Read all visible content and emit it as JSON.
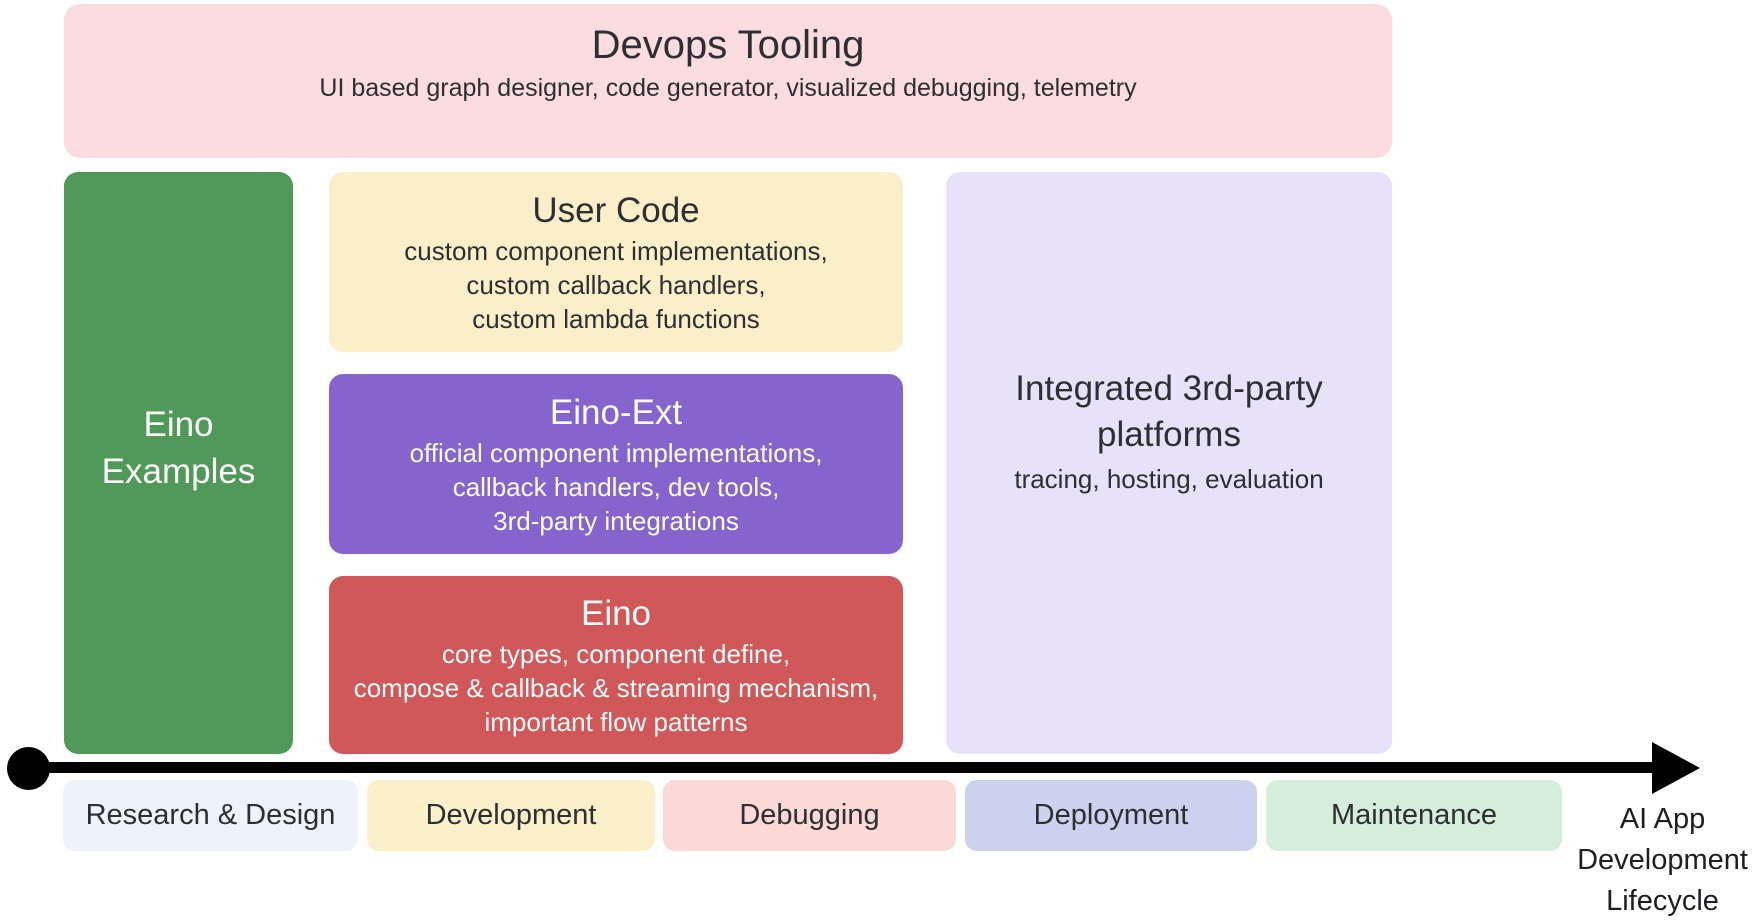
{
  "diagram": {
    "devops": {
      "title": "Devops Tooling",
      "subtitle": "UI based graph designer, code generator, visualized debugging, telemetry",
      "bg_color": "#FBDCE1",
      "text_color": "#2D2F33"
    },
    "examples": {
      "line1": "Eino",
      "line2": "Examples",
      "bg_color": "#519958",
      "text_color": "#FDFDFD"
    },
    "stack": [
      {
        "title": "User Code",
        "lines": [
          "custom component implementations,",
          "custom callback handlers,",
          "custom lambda functions"
        ],
        "bg_color": "#FBEFC9",
        "text_color": "#2D2F33"
      },
      {
        "title": "Eino-Ext",
        "lines": [
          "official component implementations,",
          "callback handlers, dev tools,",
          "3rd-party integrations"
        ],
        "bg_color": "#8564CE",
        "text_color": "#FDFDFD"
      },
      {
        "title": "Eino",
        "lines": [
          "core types, component define,",
          "compose & callback & streaming mechanism,",
          "important flow patterns"
        ],
        "bg_color": "#D05858",
        "text_color": "#FDFDFD"
      }
    ],
    "platforms": {
      "title_line1": "Integrated 3rd-party",
      "title_line2": "platforms",
      "subtitle": "tracing, hosting, evaluation",
      "bg_color": "#E7E1F9",
      "text_color": "#2D2F33"
    },
    "timeline": {
      "arrow_color": "#000000",
      "stages": [
        {
          "label": "Research & Design",
          "bg_color": "#EDF2FB"
        },
        {
          "label": "Development",
          "bg_color": "#FBF0CA"
        },
        {
          "label": "Debugging",
          "bg_color": "#FBD9D6"
        },
        {
          "label": "Deployment",
          "bg_color": "#CBD2ED"
        },
        {
          "label": "Maintenance",
          "bg_color": "#D5EEDC"
        }
      ],
      "caption": {
        "line1": "AI App",
        "line2": "Development",
        "line3": "Lifecycle"
      }
    }
  }
}
